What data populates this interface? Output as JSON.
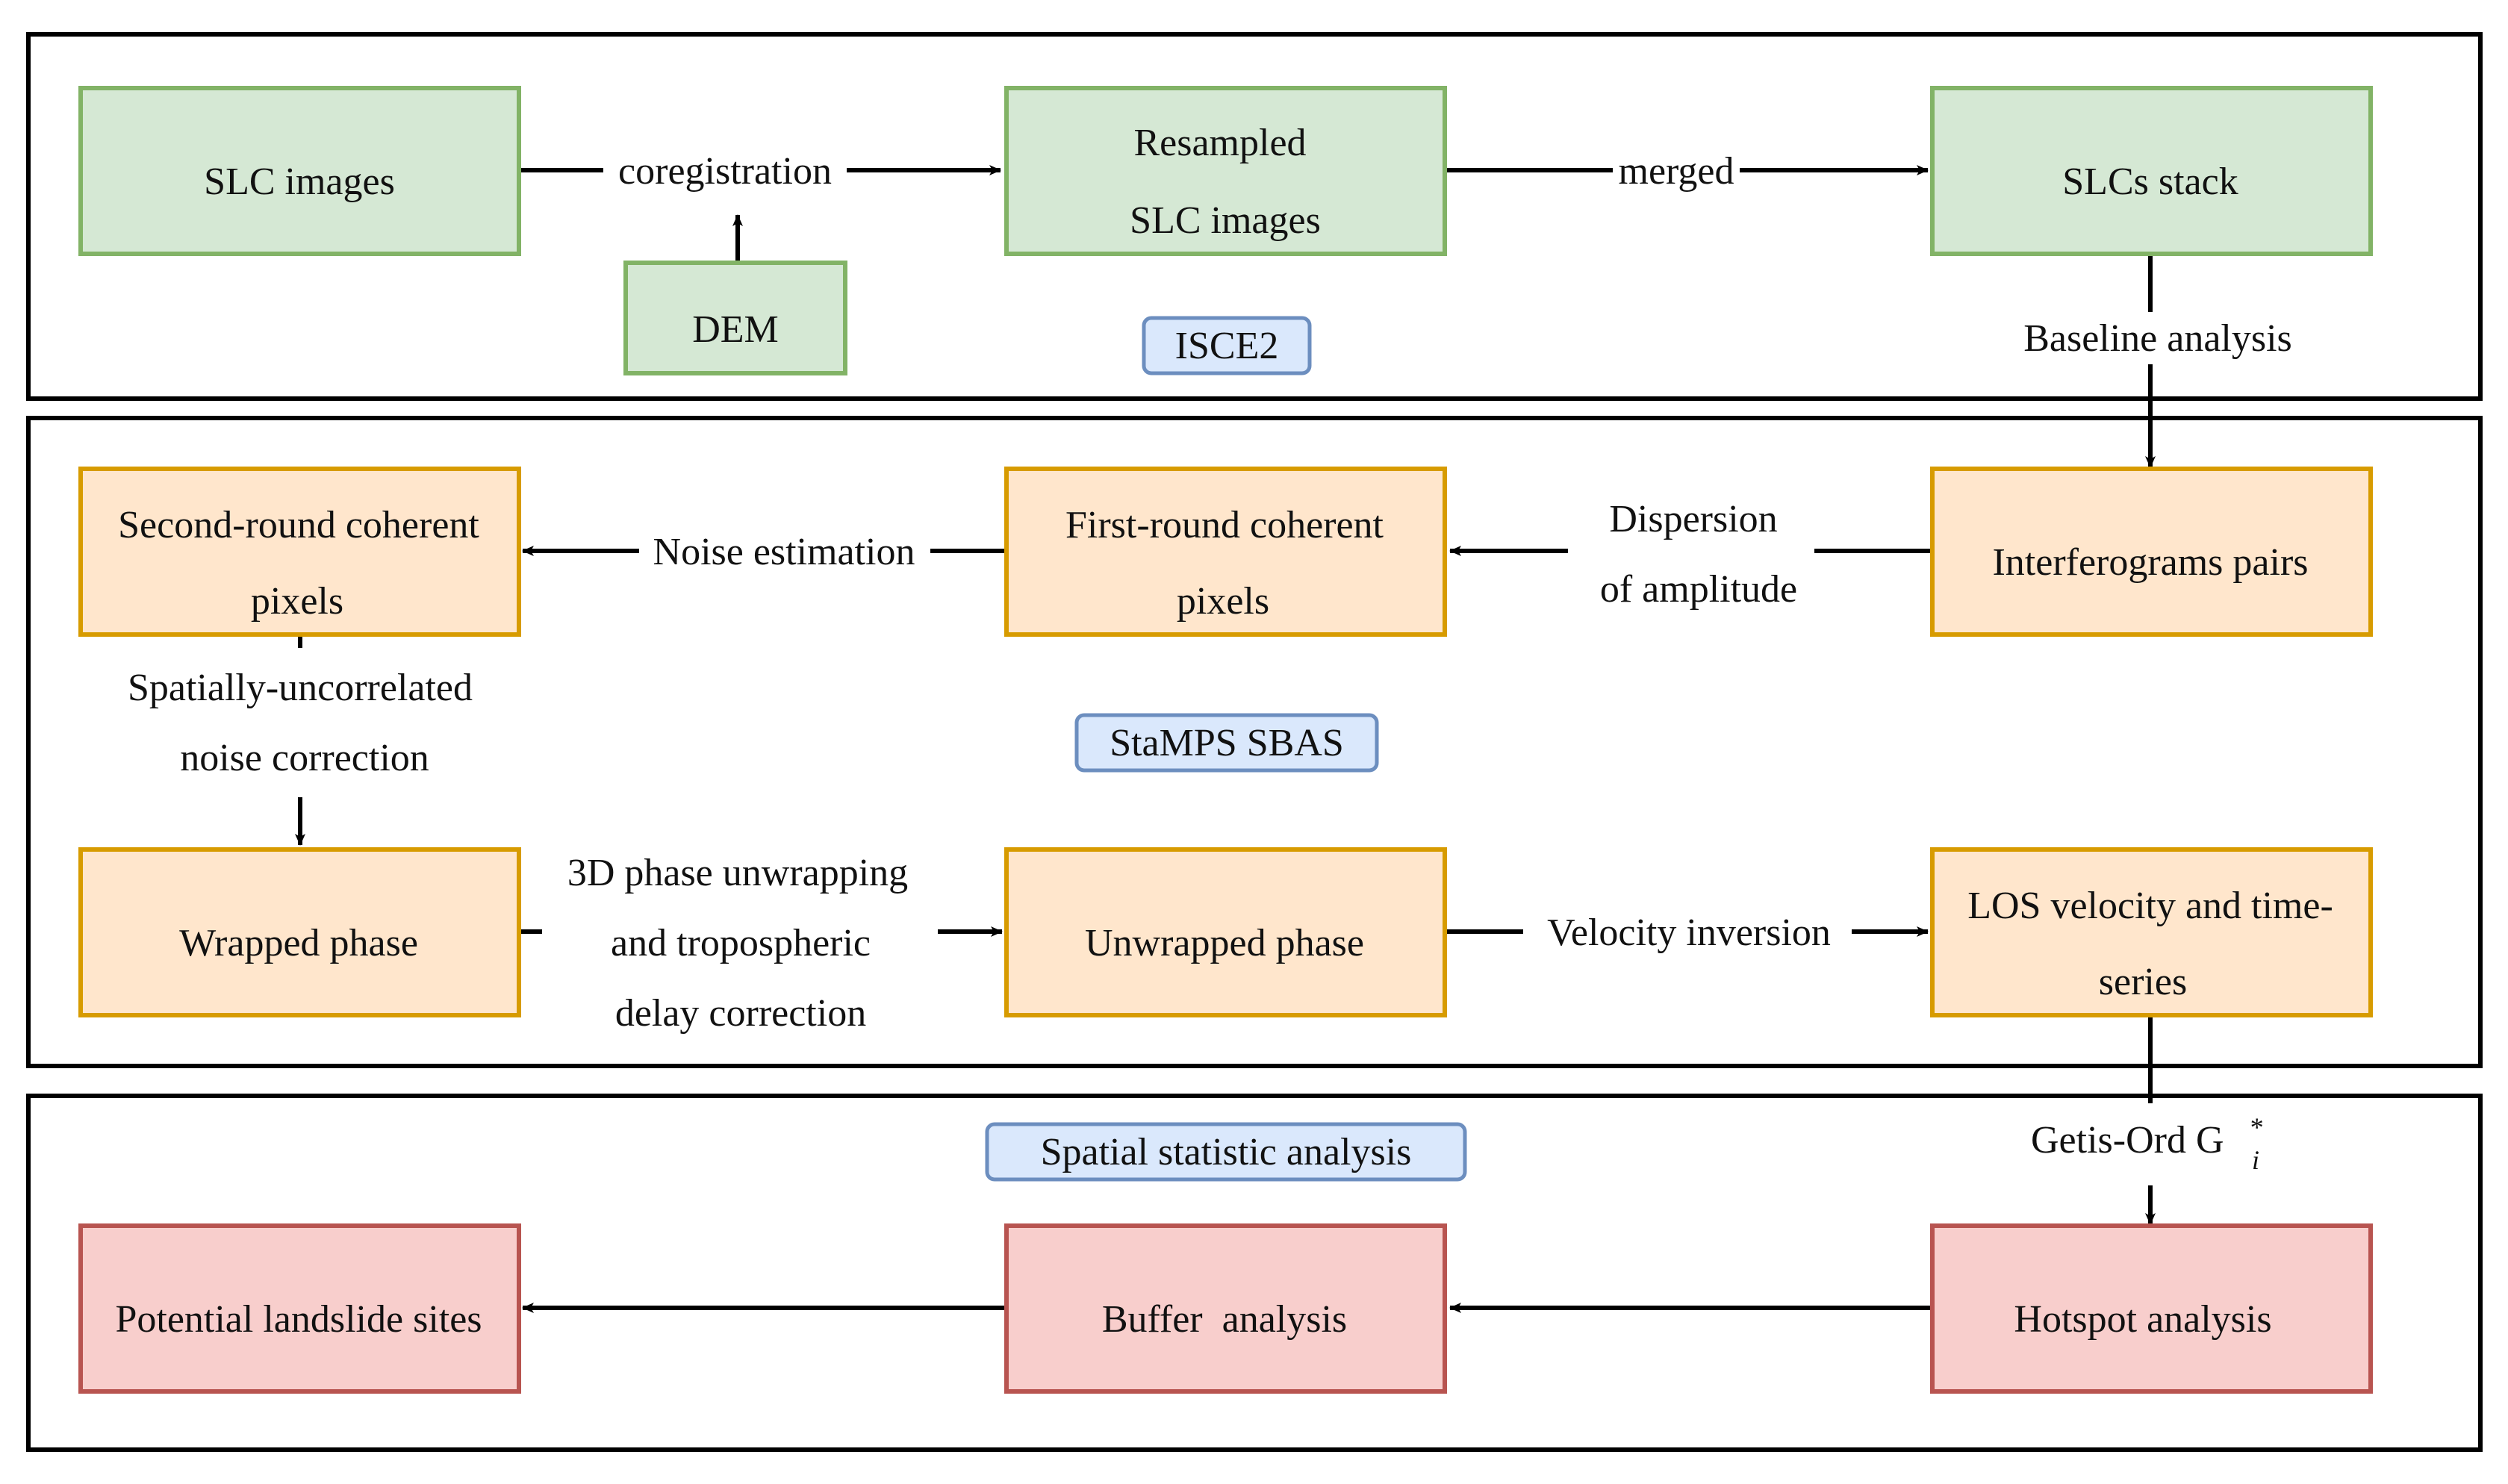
{
  "colors": {
    "green_fill": "#d5e8d4",
    "green_stroke": "#82b366",
    "orange_fill": "#ffe6cc",
    "orange_stroke": "#d79b00",
    "red_fill": "#f8cecc",
    "red_stroke": "#b85450",
    "tag_fill": "#dae8fc",
    "tag_stroke": "#6c8ebf",
    "frame": "#000000"
  },
  "sections": {
    "isce2": "ISCE2",
    "stamps": "StaMPS SBAS",
    "spatial": "Spatial statistic analysis"
  },
  "nodes": {
    "slc_images": [
      "SLC images"
    ],
    "dem": [
      "DEM"
    ],
    "resampled": [
      "Resampled",
      "SLC images"
    ],
    "slcs_stack": [
      "SLCs stack"
    ],
    "interferograms": [
      "Interferograms pairs"
    ],
    "first_round": [
      "First-round coherent",
      "pixels"
    ],
    "second_round": [
      "Second-round coherent",
      "pixels"
    ],
    "wrapped": [
      "Wrapped phase"
    ],
    "unwrapped": [
      "Unwrapped phase"
    ],
    "los_velocity": [
      "LOS velocity and time-",
      "series"
    ],
    "hotspot": [
      "Hotspot analysis"
    ],
    "buffer": [
      "Buffer  analysis"
    ],
    "landslide": [
      "Potential landslide sites"
    ]
  },
  "edges": {
    "coregistration": [
      "coregistration"
    ],
    "merged": [
      "merged"
    ],
    "baseline": [
      "Baseline analysis"
    ],
    "dispersion": [
      "Dispersion",
      "of amplitude"
    ],
    "noise_estimation": [
      "Noise estimation"
    ],
    "spatial_noise": [
      "Spatially-uncorrelated",
      "noise correction"
    ],
    "unwrapping": [
      "3D phase unwrapping",
      "and tropospheric",
      "delay correction"
    ],
    "velocity_inversion": [
      "Velocity inversion"
    ],
    "getis_ord": {
      "text": "Getis-Ord ",
      "symbol": "G",
      "sup": "*",
      "sub": "i"
    }
  }
}
